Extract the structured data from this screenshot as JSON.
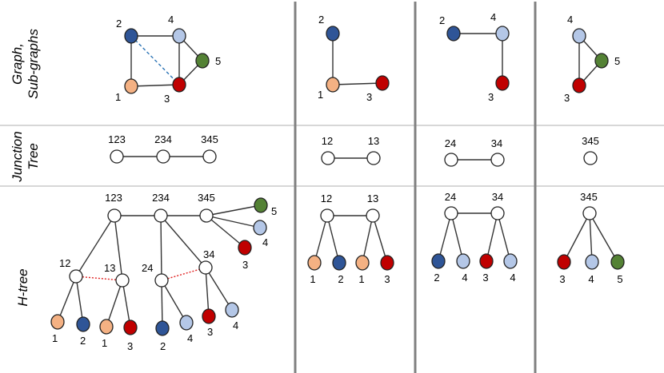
{
  "row_labels": {
    "graph": [
      "Graph,",
      "Sub-graphs"
    ],
    "junction": [
      "Junction",
      "Tree"
    ],
    "htree": "H-tree"
  },
  "colors": {
    "c1": "#f4b183",
    "c2": "#2f5597",
    "c3": "#c00000",
    "c4": "#b4c7e7",
    "c5": "#548235",
    "white": "#ffffff"
  },
  "graph_main": {
    "labels": [
      "2",
      "4",
      "5",
      "1",
      "3"
    ]
  },
  "sub1": {
    "labels": [
      "2",
      "1",
      "3"
    ]
  },
  "sub2": {
    "labels": [
      "2",
      "4",
      "3"
    ]
  },
  "sub3": {
    "labels": [
      "4",
      "5",
      "3"
    ]
  },
  "jt_main": {
    "labels": [
      "123",
      "234",
      "345"
    ]
  },
  "jt1": {
    "labels": [
      "12",
      "13"
    ]
  },
  "jt2": {
    "labels": [
      "24",
      "34"
    ]
  },
  "jt3": {
    "labels": [
      "345"
    ]
  },
  "ht_main": {
    "labels": [
      "123",
      "234",
      "345",
      "5",
      "4",
      "3",
      "12",
      "13",
      "24",
      "34",
      "1",
      "2",
      "1",
      "3",
      "2",
      "4",
      "3",
      "4"
    ]
  },
  "ht1": {
    "labels": [
      "12",
      "13",
      "1",
      "2",
      "1",
      "3"
    ]
  },
  "ht2": {
    "labels": [
      "24",
      "34",
      "2",
      "4",
      "3",
      "4"
    ]
  },
  "ht3": {
    "labels": [
      "345",
      "3",
      "4",
      "5"
    ]
  }
}
